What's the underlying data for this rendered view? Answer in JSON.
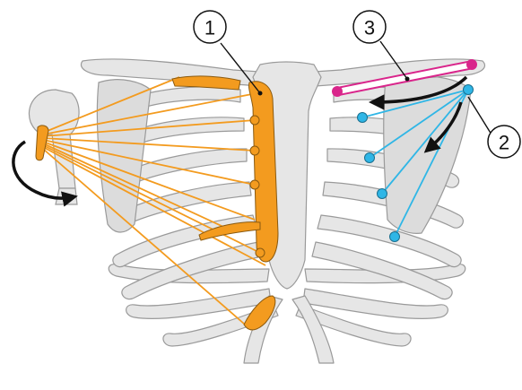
{
  "callouts": [
    {
      "id": "callout-1",
      "label": "1"
    },
    {
      "id": "callout-2",
      "label": "2"
    },
    {
      "id": "callout-3",
      "label": "3"
    }
  ],
  "colors": {
    "bone_fill": "#e6e6e6",
    "bone_stroke": "#9a9a9a",
    "pectoralis_major": "#f39b1f",
    "pectoralis_minor": "#2fb6e6",
    "subclavius": "#d9258b",
    "arrow": "#111111"
  },
  "icons": {
    "rotation_arrow": "curved-arrow-icon",
    "pull_arrow": "arrow-icon"
  }
}
